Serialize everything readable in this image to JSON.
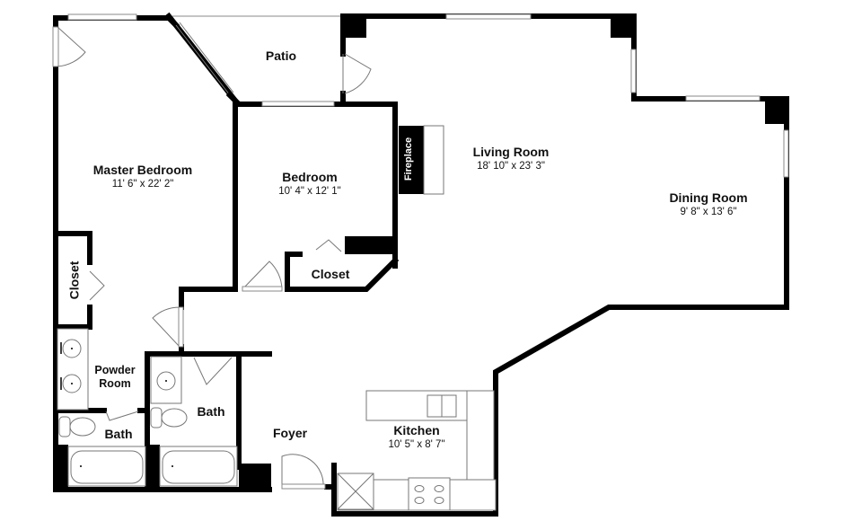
{
  "floorplan": {
    "rooms": [
      {
        "id": "patio",
        "name": "Patio",
        "dims": ""
      },
      {
        "id": "master_bedroom",
        "name": "Master Bedroom",
        "dims": "11' 6\" x 22' 2\""
      },
      {
        "id": "bedroom",
        "name": "Bedroom",
        "dims": "10' 4\" x 12' 1\""
      },
      {
        "id": "living_room",
        "name": "Living Room",
        "dims": "18' 10\" x 23' 3\""
      },
      {
        "id": "dining_room",
        "name": "Dining Room",
        "dims": "9' 8\" x 13' 6\""
      },
      {
        "id": "closet_bedroom",
        "name": "Closet",
        "dims": ""
      },
      {
        "id": "closet_master",
        "name": "Closet",
        "dims": ""
      },
      {
        "id": "powder_room",
        "name": "Powder\nRoom",
        "dims": ""
      },
      {
        "id": "bath_1",
        "name": "Bath",
        "dims": ""
      },
      {
        "id": "bath_2",
        "name": "Bath",
        "dims": ""
      },
      {
        "id": "foyer",
        "name": "Foyer",
        "dims": ""
      },
      {
        "id": "kitchen",
        "name": "Kitchen",
        "dims": "10' 5\" x 8' 7\""
      }
    ],
    "features": {
      "fireplace": "Fireplace"
    },
    "colors": {
      "wall": "#000000",
      "background": "#ffffff",
      "fixture_stroke": "#777777",
      "window_stroke": "#888888"
    }
  }
}
